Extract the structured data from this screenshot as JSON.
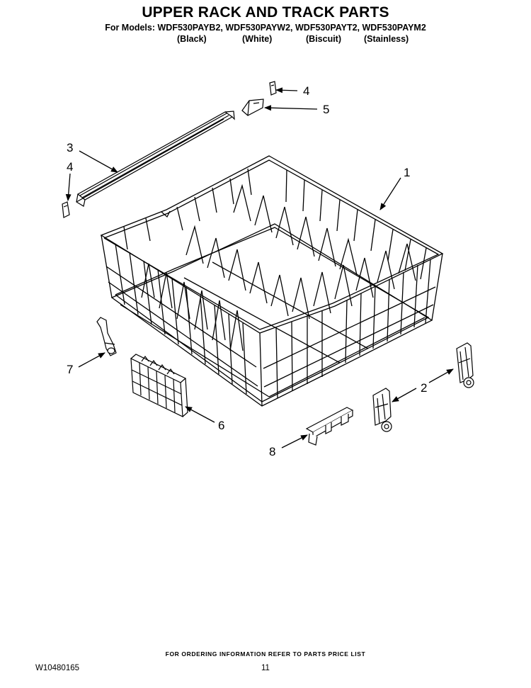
{
  "header": {
    "title": "UPPER RACK AND TRACK PARTS",
    "models_line": "For Models: WDF530PAYB2, WDF530PAYW2, WDF530PAYT2, WDF530PAYM2",
    "variants": [
      "(Black)",
      "(White)",
      "(Biscuit)",
      "(Stainless)"
    ]
  },
  "callouts": [
    "4",
    "5",
    "3",
    "4",
    "1",
    "7",
    "6",
    "2",
    "8"
  ],
  "footer": {
    "note": "FOR ORDERING INFORMATION REFER TO PARTS PRICE LIST",
    "doc_number": "W10480165",
    "page_number": "11"
  }
}
